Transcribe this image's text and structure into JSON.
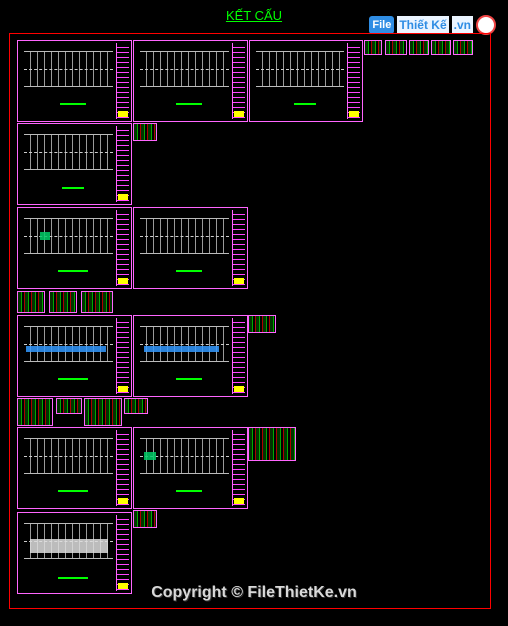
{
  "drawing": {
    "title": "KẾT CẤU"
  },
  "watermark": {
    "logo_badge": "File",
    "logo_text": "Thiết Kế",
    "logo_suffix": ".vn",
    "copyright": "Copyright © FileThietKe.vn"
  },
  "colors": {
    "title": "#00ff00",
    "frame": "#ff0000",
    "sheet_border": "#ff66ff",
    "caption": "#00ff00",
    "background": "#000000"
  },
  "icons": [
    "people-icon"
  ]
}
